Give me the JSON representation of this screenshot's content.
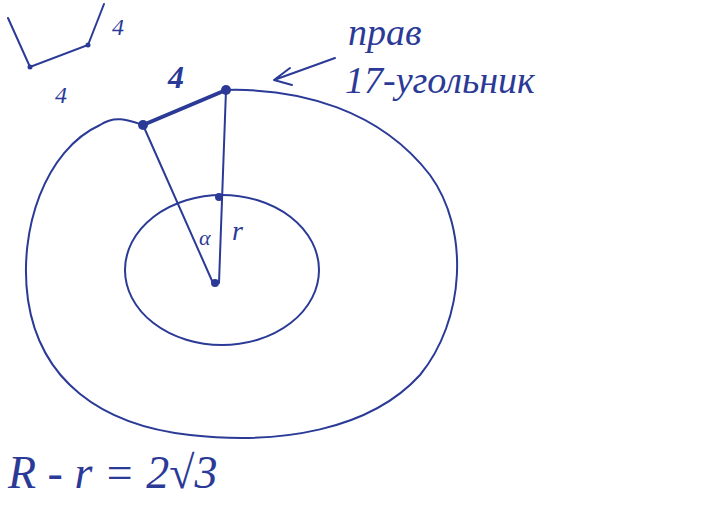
{
  "diagram": {
    "labels": [
      "4",
      "4",
      "4",
      "прав",
      "17-угольник",
      "α",
      "r",
      "R - r = 2√3"
    ]
  }
}
